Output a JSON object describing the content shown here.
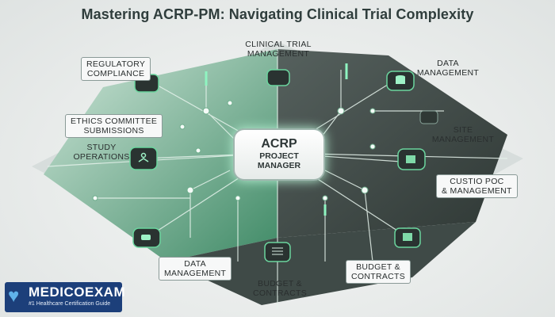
{
  "title": "Mastering ACRP-PM: Navigating Clinical Trial Complexity",
  "center": {
    "line1": "ACRP",
    "line2": "PROJECT",
    "line3": "MANAGER"
  },
  "labels": {
    "regulatory_compliance": {
      "l1": "REGULATORY",
      "l2": "COMPLIANCE"
    },
    "clinical_trial_management": {
      "l1": "CLINICAL TRIAL",
      "l2": "MANAGEMENT"
    },
    "data_management_top": {
      "l1": "DATA",
      "l2": "MANAGEMENT"
    },
    "ethics_committee": {
      "l1": "ETHICS COMMITTEE",
      "l2": "SUBMISSIONS"
    },
    "site_management": {
      "l1": "SITE",
      "l2": "MANAGEMENT"
    },
    "study_operations": {
      "l1": "STUDY",
      "l2": "OPERATIONS"
    },
    "custio_poc": {
      "l1": "CUSTIO POC",
      "l2": "& MANAGEMENT"
    },
    "data_management_bottom": {
      "l1": "DATA",
      "l2": "MANAGEMENT"
    },
    "budget_contracts_bottom": {
      "l1": "BUDGET &",
      "l2": "CONTRACTS"
    },
    "budget_contracts_right": {
      "l1": "BUDGET &",
      "l2": "CONTRACTS"
    }
  },
  "logo": {
    "brand": "MEDICOEXAM",
    "tagline": "#1 Healthcare Certification Guide"
  },
  "colors": {
    "green": "#3f8a66",
    "dark": "#3b4643",
    "accent": "#7ff0b3",
    "logo_bg": "#1c3f7a"
  },
  "icons": [
    "heart-icon",
    "user-icon",
    "database-icon",
    "document-icon",
    "cube-icon",
    "chip-icon"
  ]
}
